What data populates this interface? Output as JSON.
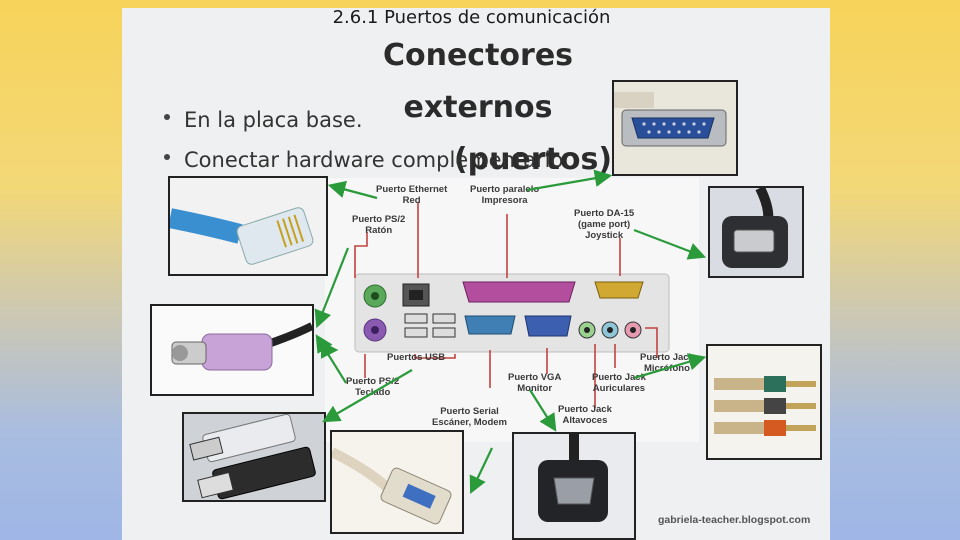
{
  "slide": {
    "title": "2.6.1 Puertos de comunicación"
  },
  "panel": {
    "heading_line1": "Conectores externos",
    "heading_line2": "(puertos)",
    "bullets": [
      "En la placa base.",
      "Conectar hardware complementario."
    ],
    "credit": "gabriela-teacher.blogspot.com"
  },
  "diagram": {
    "labels": {
      "ethernet": [
        "Puerto Ethernet",
        "Red"
      ],
      "parallel": [
        "Puerto paralelo",
        "Impresora"
      ],
      "da15": [
        "Puerto DA-15",
        "(game port)",
        "Joystick"
      ],
      "ps2_mouse": [
        "Puerto PS/2",
        "Ratón"
      ],
      "usb": [
        "Puertos USB"
      ],
      "ps2_keyboard": [
        "Puerto PS/2",
        "Teclado"
      ],
      "vga": [
        "Puerto VGA",
        "Monitor"
      ],
      "headphones": [
        "Puerto Jack",
        "Auriculares"
      ],
      "mic": [
        "Puerto Jack",
        "Micrófono"
      ],
      "serial": [
        "Puerto Serial",
        "Escáner, Modem"
      ],
      "speakers": [
        "Puerto Jack",
        "Altavoces"
      ]
    },
    "colors": {
      "arrow_green": "#2a9a3a",
      "pointer_red": "#c0433f",
      "ps2_mouse": "#5aa85a",
      "ps2_keyboard": "#8a5ab0",
      "parallel": "#b34e9e",
      "serial": "#3f7fb3",
      "vga": "#3d5fb0",
      "da15": "#d0a832"
    }
  }
}
